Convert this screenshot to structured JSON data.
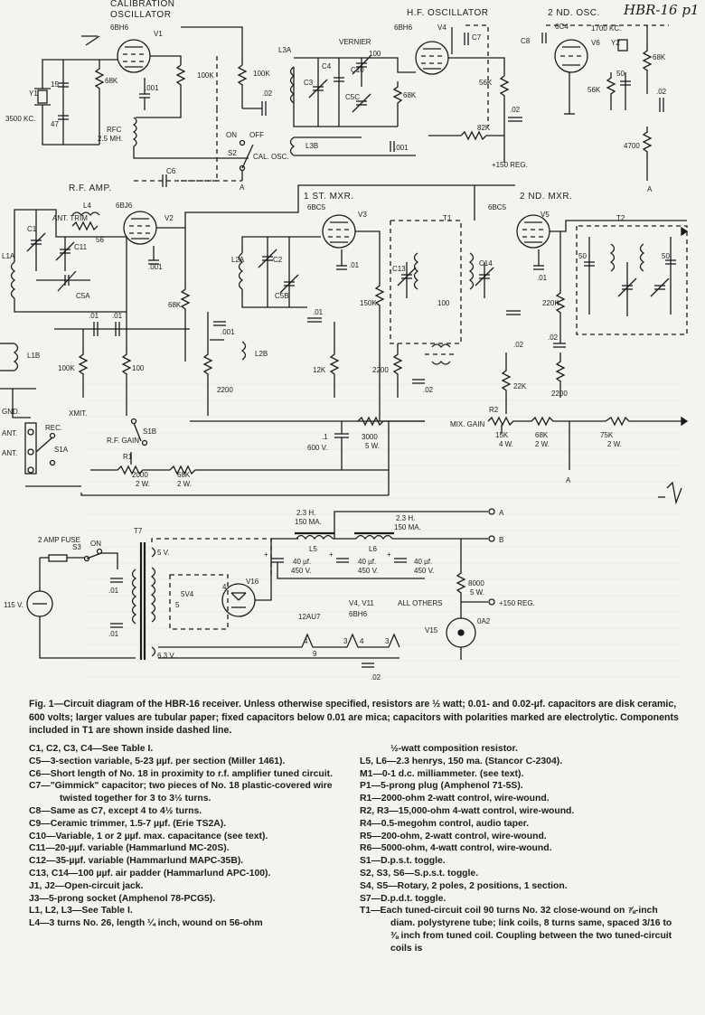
{
  "header": {
    "page_tag": "HBR-16 p1",
    "sections": [
      "CALIBRATION OSCILLATOR",
      "H.F. OSCILLATOR",
      "2 ND. OSC.",
      "R.F. AMP.",
      "1 ST. MXR.",
      "2 ND. MXR."
    ]
  },
  "tubes": {
    "v1": "6BH6",
    "v1_label": "V1",
    "v4": "6BH6",
    "v4_label": "V4",
    "v6": "6C4",
    "v6_label": "V6",
    "v2": "6BJ6",
    "v2_label": "V2",
    "v3": "6BC5",
    "v3_label": "V3",
    "v5": "6BC5",
    "v5_label": "V5",
    "v16": "5V4",
    "v16_label": "V16",
    "v15": "0A2",
    "v15_label": "V15"
  },
  "labels": {
    "crystal_y1": "Y1",
    "freq_3500": "3500 KC.",
    "c15": "15",
    "c47": "47",
    "r68k_a": "68K",
    "c001_a": ".001",
    "r100k_a": "100K",
    "rfc": "RFC",
    "rfc_val": "2.5 MH.",
    "r100k_b": "100K",
    "c02_a": ".02",
    "on": "ON",
    "off": "OFF",
    "s2": "S2",
    "cal_osc": "CAL. OSC.",
    "point_a1": "A",
    "l3a": "L3A",
    "c3": "C3",
    "c4": "C4",
    "vernier": "VERNIER",
    "c10": "C10",
    "c100": "100",
    "c5c": "C5C",
    "r68k_b": "68K",
    "c7": "C7",
    "c8": "C8",
    "r56k_a": "56K",
    "c02_b": ".02",
    "r82k": "82K",
    "l3b": "L3B",
    "c001_b": ".001",
    "plus150_a": "+150 REG.",
    "freq_1700": "1700 KC.",
    "y2": "Y2",
    "r68k_c": "68K",
    "r56k_b": "56K",
    "c50_a": "50",
    "c02_c": ".02",
    "r4700": "4700",
    "point_a2": "A",
    "c6": "C6",
    "l4": "L4",
    "ant_trim": "ANT. TRIM",
    "c1": "C1",
    "c11": "C11",
    "r56": "56",
    "l1a": "L1A",
    "c5a": "C5A",
    "c001_c": ".001",
    "c01_a": ".01",
    "c01_b": ".01",
    "l1b": "L1B",
    "r100k_c": "100K",
    "r100": "100",
    "gnd": "GND.",
    "ant1": "ANT.",
    "ant2": "ANT.",
    "xmit": "XMIT.",
    "rec": "REC.",
    "s1a": "S1A",
    "s1b": "S1B",
    "rf_gain": "R.F. GAIN",
    "r1": "R1",
    "r2000": "2000",
    "w2_a": "2 W.",
    "r68k_d": "68K",
    "w2_b": "2 W.",
    "l2a": "L2A",
    "c2": "C2",
    "c5b": "C5B",
    "r68k_e": "68K",
    "c001_d": ".001",
    "l2b": "L2B",
    "r2200_a": "2200",
    "c01_c": ".01",
    "r12k": "12K",
    "c01_d": ".01",
    "r150k": "150K",
    "c1_600": ".1",
    "v600": "600 V.",
    "r3000": "3000",
    "w5_a": "5 W.",
    "t1": "T1",
    "c13": "C13",
    "c100_b": "100",
    "c14": "C14",
    "c02_d": ".02",
    "r2200_b": "2200",
    "r22k": "22K",
    "mix_gain": "MIX. GAIN",
    "r2": "R2",
    "r15k": "15K",
    "w4": "4 W.",
    "r68k_f": "68K",
    "w2_c": "2 W.",
    "r75k": "75K",
    "w2_d": "2 W.",
    "point_a3": "A",
    "c01_e": ".01",
    "r220k": "220K",
    "c02_e": ".02",
    "r2200_c": "2200",
    "t2": "T2",
    "c50_b": "50",
    "c50_c": "50",
    "fuse": "2 AMP FUSE",
    "s3": "S3",
    "on_b": "ON",
    "v115": "115 V.",
    "c01_f": ".01",
    "c01_g": ".01",
    "t7": "T7",
    "v5v": "5 V.",
    "v63": "6.3 V.",
    "l5_h": "2.3 H.",
    "l5_ma": "150 MA.",
    "l5": "L5",
    "l6_h": "2.3 H.",
    "l6_ma": "150 MA.",
    "l6": "L6",
    "cap40_a": "40 µf.",
    "v450_a": "450 V.",
    "cap40_b": "40 µf.",
    "v450_b": "450 V.",
    "cap40_c": "40 µf.",
    "v450_c": "450 V.",
    "out_a": "A",
    "out_b": "B",
    "r8000": "8000",
    "w5_b": "5 W.",
    "plus150_b": "+150 REG.",
    "t12au7": "12AU7",
    "v4v11": "V4, V11",
    "t6bh6": "6BH6",
    "all_others": "ALL OTHERS",
    "c02_f": ".02",
    "pin5a": "5",
    "pin4a": "4",
    "pin9": "9",
    "pin3a": "3",
    "pin4b": "4",
    "pin3b": "3",
    "pin4c": "4"
  },
  "caption": "Fig. 1—Circuit diagram of the HBR-16 receiver. Unless otherwise specified, resistors are ½ watt; 0.01- and 0.02-µf. capacitors are disk ceramic, 600 volts; larger values are tubular paper; fixed capacitors below 0.01 are mica; capacitors with polarities marked are electrolytic. Components included in T1 are shown inside dashed line.",
  "parts_left": [
    {
      "ref": "C1, C2, C3, C4",
      "desc": "See Table I."
    },
    {
      "ref": "C5",
      "desc": "3-section variable, 5-23 µµf. per section (Miller 1461)."
    },
    {
      "ref": "C6",
      "desc": "Short length of No. 18 in proximity to r.f. amplifier tuned circuit."
    },
    {
      "ref": "C7",
      "desc": "\"Gimmick\" capacitor; two pieces of No. 18 plastic-covered wire twisted together for 3 to 3½ turns."
    },
    {
      "ref": "C8",
      "desc": "Same as C7, except 4 to 4½ turns."
    },
    {
      "ref": "C9",
      "desc": "Ceramic trimmer, 1.5-7 µµf. (Erie TS2A)."
    },
    {
      "ref": "C10",
      "desc": "Variable, 1 or 2 µµf. max. capacitance (see text)."
    },
    {
      "ref": "C11",
      "desc": "20-µµf. variable (Hammarlund MC-20S)."
    },
    {
      "ref": "C12",
      "desc": "35-µµf. variable (Hammarlund MAPC-35B)."
    },
    {
      "ref": "C13, C14",
      "desc": "100 µµf. air padder (Hammarlund APC-100)."
    },
    {
      "ref": "J1, J2",
      "desc": "Open-circuit jack."
    },
    {
      "ref": "J3",
      "desc": "5-prong socket (Amphenol 78-PCG5)."
    },
    {
      "ref": "L1, L2, L3",
      "desc": "See Table I."
    },
    {
      "ref": "L4",
      "desc": "3 turns No. 26, length ¼ inch, wound on 56-ohm"
    }
  ],
  "parts_right_first": "½-watt composition resistor.",
  "parts_right": [
    {
      "ref": "L5, L6",
      "desc": "2.3 henrys, 150 ma. (Stancor C-2304)."
    },
    {
      "ref": "M1",
      "desc": "0-1 d.c. milliammeter. (see text)."
    },
    {
      "ref": "P1",
      "desc": "5-prong plug (Amphenol 71-5S)."
    },
    {
      "ref": "R1",
      "desc": "2000-ohm 2-watt control, wire-wound."
    },
    {
      "ref": "R2, R3",
      "desc": "15,000-ohm 4-watt control, wire-wound."
    },
    {
      "ref": "R4",
      "desc": "0.5-megohm control, audio taper."
    },
    {
      "ref": "R5",
      "desc": "200-ohm, 2-watt control, wire-wound."
    },
    {
      "ref": "R6",
      "desc": "5000-ohm, 4-watt control, wire-wound."
    },
    {
      "ref": "S1",
      "desc": "D.p.s.t. toggle."
    },
    {
      "ref": "S2, S3, S6",
      "desc": "S.p.s.t. toggle."
    },
    {
      "ref": "S4, S5",
      "desc": "Rotary, 2 poles, 2 positions, 1 section."
    },
    {
      "ref": "S7",
      "desc": "D.p.d.t. toggle."
    },
    {
      "ref": "T1",
      "desc": "Each tuned-circuit coil 90 turns No. 32 close-wound on ⅞-inch diam. polystyrene tube; link coils, 8 turns same, spaced 3/16 to ⅜ inch from tuned coil. Coupling between the two tuned-circuit coils is"
    }
  ]
}
